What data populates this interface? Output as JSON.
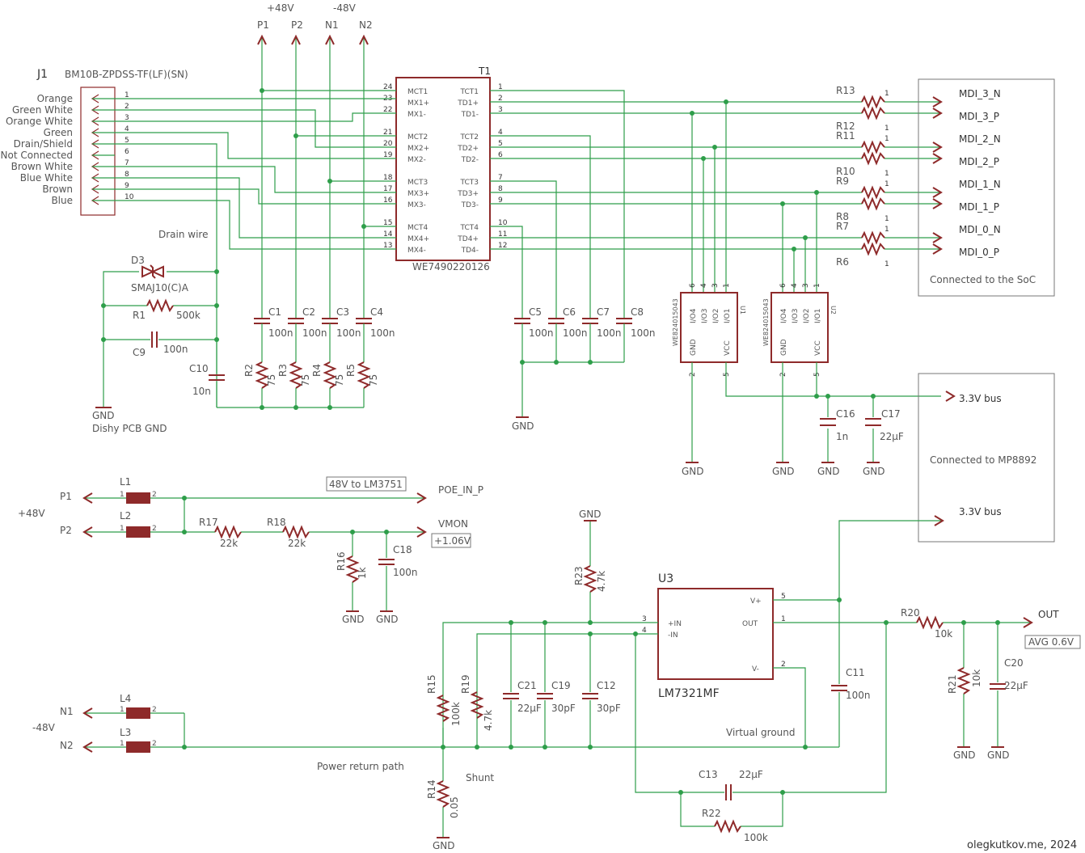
{
  "top_nets": [
    "+48V",
    "P1",
    "P2",
    "-48V",
    "N1",
    "N2"
  ],
  "connector": {
    "ref": "J1",
    "part": "BM10B-ZPDSS-TF(LF)(SN)",
    "pins": [
      {
        "n": "1",
        "label": "Orange"
      },
      {
        "n": "2",
        "label": "Green White"
      },
      {
        "n": "3",
        "label": "Orange White"
      },
      {
        "n": "4",
        "label": "Green"
      },
      {
        "n": "5",
        "label": "Drain/Shield"
      },
      {
        "n": "6",
        "label": "Not Connected"
      },
      {
        "n": "7",
        "label": "Brown White"
      },
      {
        "n": "8",
        "label": "Blue White"
      },
      {
        "n": "9",
        "label": "Brown"
      },
      {
        "n": "10",
        "label": "Blue"
      }
    ]
  },
  "transformer": {
    "ref": "T1",
    "part": "WE7490220126",
    "left": [
      {
        "n": "24",
        "l": "MCT1"
      },
      {
        "n": "23",
        "l": "MX1+"
      },
      {
        "n": "22",
        "l": "MX1-"
      },
      {
        "n": "21",
        "l": "MCT2"
      },
      {
        "n": "20",
        "l": "MX2+"
      },
      {
        "n": "19",
        "l": "MX2-"
      },
      {
        "n": "18",
        "l": "MCT3"
      },
      {
        "n": "17",
        "l": "MX3+"
      },
      {
        "n": "16",
        "l": "MX3-"
      },
      {
        "n": "15",
        "l": "MCT4"
      },
      {
        "n": "14",
        "l": "MX4+"
      },
      {
        "n": "13",
        "l": "MX4-"
      }
    ],
    "right": [
      {
        "n": "1",
        "l": "TCT1"
      },
      {
        "n": "2",
        "l": "TD1+"
      },
      {
        "n": "3",
        "l": "TD1-"
      },
      {
        "n": "4",
        "l": "TCT2"
      },
      {
        "n": "5",
        "l": "TD2+"
      },
      {
        "n": "6",
        "l": "TD2-"
      },
      {
        "n": "7",
        "l": "TCT3"
      },
      {
        "n": "8",
        "l": "TD3+"
      },
      {
        "n": "9",
        "l": "TD3-"
      },
      {
        "n": "10",
        "l": "TCT4"
      },
      {
        "n": "11",
        "l": "TD4+"
      },
      {
        "n": "12",
        "l": "TD4-"
      }
    ]
  },
  "mdi": {
    "nets": [
      "MDI_3_N",
      "MDI_3_P",
      "MDI_2_N",
      "MDI_2_P",
      "MDI_1_N",
      "MDI_1_P",
      "MDI_0_N",
      "MDI_0_P"
    ],
    "box_label": "Connected to the SoC",
    "resistors": [
      [
        "R13",
        "1"
      ],
      [
        "R12",
        "1"
      ],
      [
        "R11",
        "1"
      ],
      [
        "R10",
        "1"
      ],
      [
        "R9",
        "1"
      ],
      [
        "R8",
        "1"
      ],
      [
        "R7",
        "1"
      ],
      [
        "R6",
        "1"
      ]
    ]
  },
  "tvs": [
    {
      "ref": "U1",
      "part": "WE824015043",
      "pins": [
        "6",
        "4",
        "3",
        "1"
      ],
      "pins_bot": [
        "2",
        "5"
      ],
      "io": [
        "I/O4",
        "I/O3",
        "I/O2",
        "I/O1"
      ],
      "gnd": "GND",
      "vcc": "VCC"
    },
    {
      "ref": "U2",
      "part": "WE824015043",
      "pins": [
        "6",
        "4",
        "3",
        "1"
      ],
      "pins_bot": [
        "2",
        "5"
      ],
      "io": [
        "I/O4",
        "I/O3",
        "I/O2",
        "I/O1"
      ],
      "gnd": "GND",
      "vcc": "VCC"
    }
  ],
  "bus_box": {
    "label": "Connected to MP8892",
    "net": "3.3V bus"
  },
  "shield": {
    "drain": "Drain wire",
    "D3": "D3",
    "D3v": "SMAJ10(C)A",
    "R1": "R1",
    "R1v": "500k",
    "C9": "C9",
    "C9v": "100n",
    "C10": "C10",
    "C10v": "10n",
    "gnd": "GND",
    "gnd_label": "Dishy PCB GND"
  },
  "bias_caps": [
    [
      "C1",
      "100n"
    ],
    [
      "C2",
      "100n"
    ],
    [
      "C3",
      "100n"
    ],
    [
      "C4",
      "100n"
    ],
    [
      "C5",
      "100n"
    ],
    [
      "C6",
      "100n"
    ],
    [
      "C7",
      "100n"
    ],
    [
      "C8",
      "100n"
    ]
  ],
  "bias_res": [
    [
      "R2",
      "75"
    ],
    [
      "R3",
      "75"
    ],
    [
      "R4",
      "75"
    ],
    [
      "R5",
      "75"
    ]
  ],
  "c16": [
    "C16",
    "1n"
  ],
  "c17": [
    "C17",
    "22µF"
  ],
  "poe": {
    "L1": "L1",
    "L2": "L2",
    "L3": "L3",
    "L4": "L4",
    "p1": "P1",
    "p2": "P2",
    "n1": "N1",
    "n2": "N2",
    "plus": "+48V",
    "minus": "-48V",
    "note": "48V to LM3751",
    "poe_net": "POE_IN_P",
    "vmon": "VMON",
    "vmon_v": "+1.06V",
    "R17": [
      "R17",
      "22k"
    ],
    "R18": [
      "R18",
      "22k"
    ],
    "R16": [
      "R16",
      "1k"
    ],
    "C18": [
      "C18",
      "100n"
    ],
    "ret": "Power return path",
    "shunt": "Shunt",
    "R14": [
      "R14",
      "0.05"
    ]
  },
  "amp": {
    "ref": "U3",
    "part": "LM7321MF",
    "inp": "+IN",
    "inm": "-IN",
    "vp": "V+",
    "vm": "V-",
    "out": "OUT",
    "p3": "3",
    "p4": "4",
    "p5": "5",
    "p1": "1",
    "p2": "2",
    "R23": [
      "R23",
      "4.7k"
    ],
    "R15": [
      "R15",
      "100k"
    ],
    "R19": [
      "R19",
      "4.7k"
    ],
    "C21": [
      "C21",
      "22µF"
    ],
    "C19": [
      "C19",
      "30pF"
    ],
    "C12": [
      "C12",
      "30pF"
    ],
    "C11": [
      "C11",
      "100n"
    ],
    "vgnd": "Virtual ground",
    "C13": [
      "C13",
      "22µF"
    ],
    "R22": [
      "R22",
      "100k"
    ],
    "R20": [
      "R20",
      "10k"
    ],
    "R21": [
      "R21",
      "10k"
    ],
    "C20": [
      "C20",
      "22µF"
    ],
    "out_net": "OUT",
    "avg": "AVG 0.6V",
    "bus": "3.3V bus"
  },
  "credit": "olegkutkov.me, 2024"
}
